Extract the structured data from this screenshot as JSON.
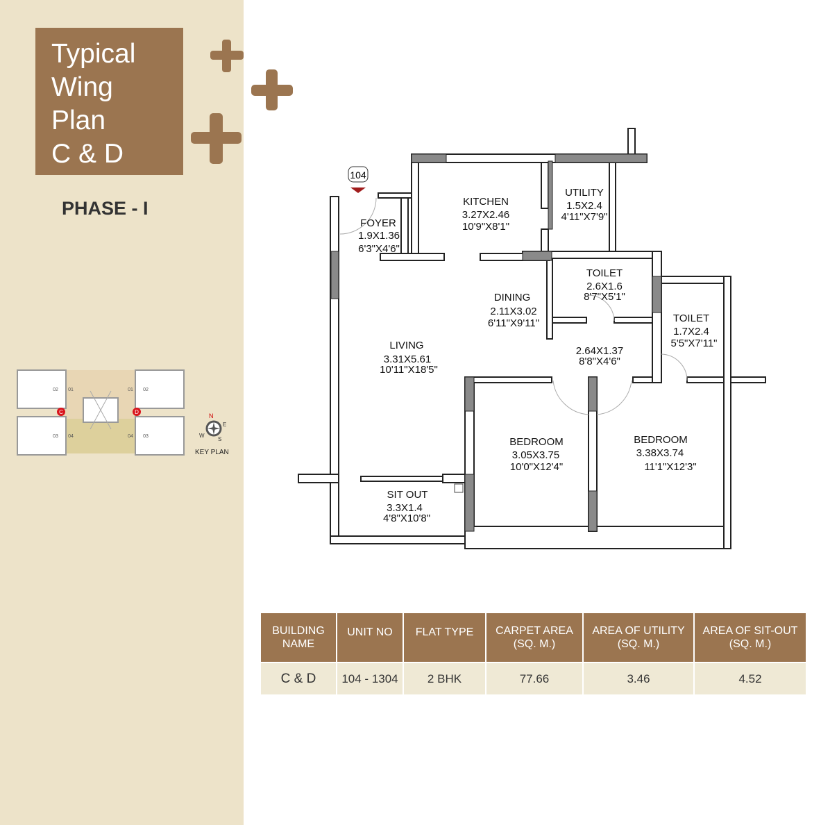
{
  "title_lines": [
    "Typical",
    "Wing",
    "Plan",
    "C & D"
  ],
  "phase": "PHASE - I",
  "key_plan": {
    "label": "KEY PLAN",
    "wing_markers": [
      "C",
      "D"
    ],
    "units": [
      "01",
      "02",
      "03",
      "04"
    ],
    "compass": [
      "N",
      "E",
      "S",
      "W"
    ]
  },
  "unit_tag": "104",
  "rooms": [
    {
      "name": "FOYER",
      "metric": "1.9X1.36",
      "imperial": "6'3\"X4'6\""
    },
    {
      "name": "KITCHEN",
      "metric": "3.27X2.46",
      "imperial": "10'9\"X8'1\""
    },
    {
      "name": "UTILITY",
      "metric": "1.5X2.4",
      "imperial": "4'11\"X7'9\""
    },
    {
      "name": "TOILET",
      "metric": "2.6X1.6",
      "imperial": "8'7\"X5'1\""
    },
    {
      "name": "DINING",
      "metric": "2.11X3.02",
      "imperial": "6'11\"X9'11\""
    },
    {
      "name": "TOILET",
      "metric": "1.7X2.4",
      "imperial": "5'5\"X7'11\""
    },
    {
      "name": "LIVING",
      "metric": "3.31X5.61",
      "imperial": "10'11\"X18'5\""
    },
    {
      "name": "",
      "metric": "2.64X1.37",
      "imperial": "8'8\"X4'6\""
    },
    {
      "name": "BEDROOM",
      "metric": "3.05X3.75",
      "imperial": "10'0\"X12'4\""
    },
    {
      "name": "BEDROOM",
      "metric": "3.38X3.74",
      "imperial": "11'1\"X12'3\""
    },
    {
      "name": "SIT OUT",
      "metric": "3.3X1.4",
      "imperial": "4'8\"X10'8\""
    }
  ],
  "table": {
    "headers": [
      [
        "BUILDING",
        "NAME"
      ],
      [
        "UNIT NO",
        ""
      ],
      [
        "FLAT TYPE",
        ""
      ],
      [
        "CARPET AREA",
        "(SQ. M.)"
      ],
      [
        "AREA OF UTILITY",
        "(SQ. M.)"
      ],
      [
        "AREA OF SIT-OUT",
        "(SQ. M.)"
      ]
    ],
    "row": [
      "C & D",
      "104 - 1304",
      "2 BHK",
      "77.66",
      "3.46",
      "4.52"
    ]
  },
  "colors": {
    "brand": "#9b7550",
    "panel": "#ede3c9",
    "row": "#efe9d5"
  }
}
